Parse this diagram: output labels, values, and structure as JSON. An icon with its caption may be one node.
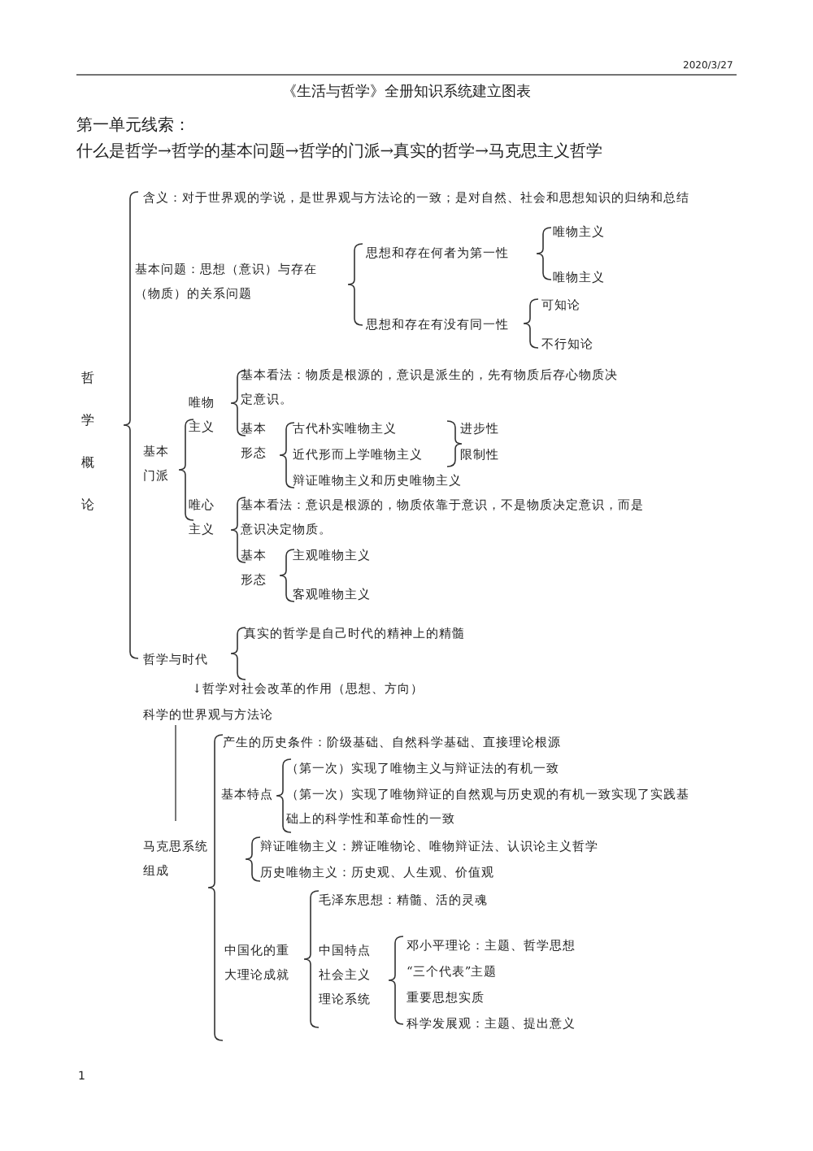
{
  "diagram": {
    "title": "《生活与哲学》全册知识系统建立图表",
    "labels": [
      "2020/3/27",
      "第一单元线索：",
      "什么是哲学→哲学的基本问题→哲学的门派→真实的哲学→马克思主义哲学",
      "含义：对于世界观的学说，是世界观与方法论的一致；是对自然、社会和思想知识的归纳和总结",
      "基本问题：思想（意识）与存在（物质）的关系问题",
      "思想和存在何者为第一性",
      "唯物主义",
      "唯物主义",
      "思想和存在有没有同一性",
      "可知论",
      "不行知论",
      "哲学概论",
      "唯物主义",
      "基本看法：物质是根源的，意识是派生的，先有物质后存心物质决定意识。",
      "基本门派",
      "基本形态",
      "古代朴实唯物主义",
      "进步性",
      "近代形而上学唯物主义",
      "限制性",
      "辩证唯物主义和历史唯物主义",
      "唯心主义",
      "基本看法：意识是根源的，物质依靠于意识，不是物质决定意识，而是意识决定物质。",
      "基本形态",
      "主观唯物主义",
      "客观唯物主义",
      "哲学与时代",
      "真实的哲学是自己时代的精神上的精髓",
      "↓哲学对社会改革的作用（思想、方向）",
      "科学的世界观与方法论",
      "产生的历史条件：阶级基础、自然科学基础、直接理论根源",
      "（第一次）实现了唯物主义与辩证法的有机一致",
      "基本特点",
      "（第一次）实现了唯物辩证的自然观与历史观的有机一致实现了实践基础上的科学性和革命性的一致",
      "马克思系统组成",
      "辩证唯物主义：辨证唯物论、唯物辩证法、认识论主义哲学",
      "历史唯物主义：历史观、人生观、价值观",
      "毛泽东思想：精髓、活的灵魂",
      "中国化的重大理论成就",
      "中国特点社会主义理论系统",
      "邓小平理论：主题、哲学思想",
      "“三个代表”主题",
      "重要思想实质",
      "科学发展观：主题、提出意义",
      "1"
    ]
  }
}
